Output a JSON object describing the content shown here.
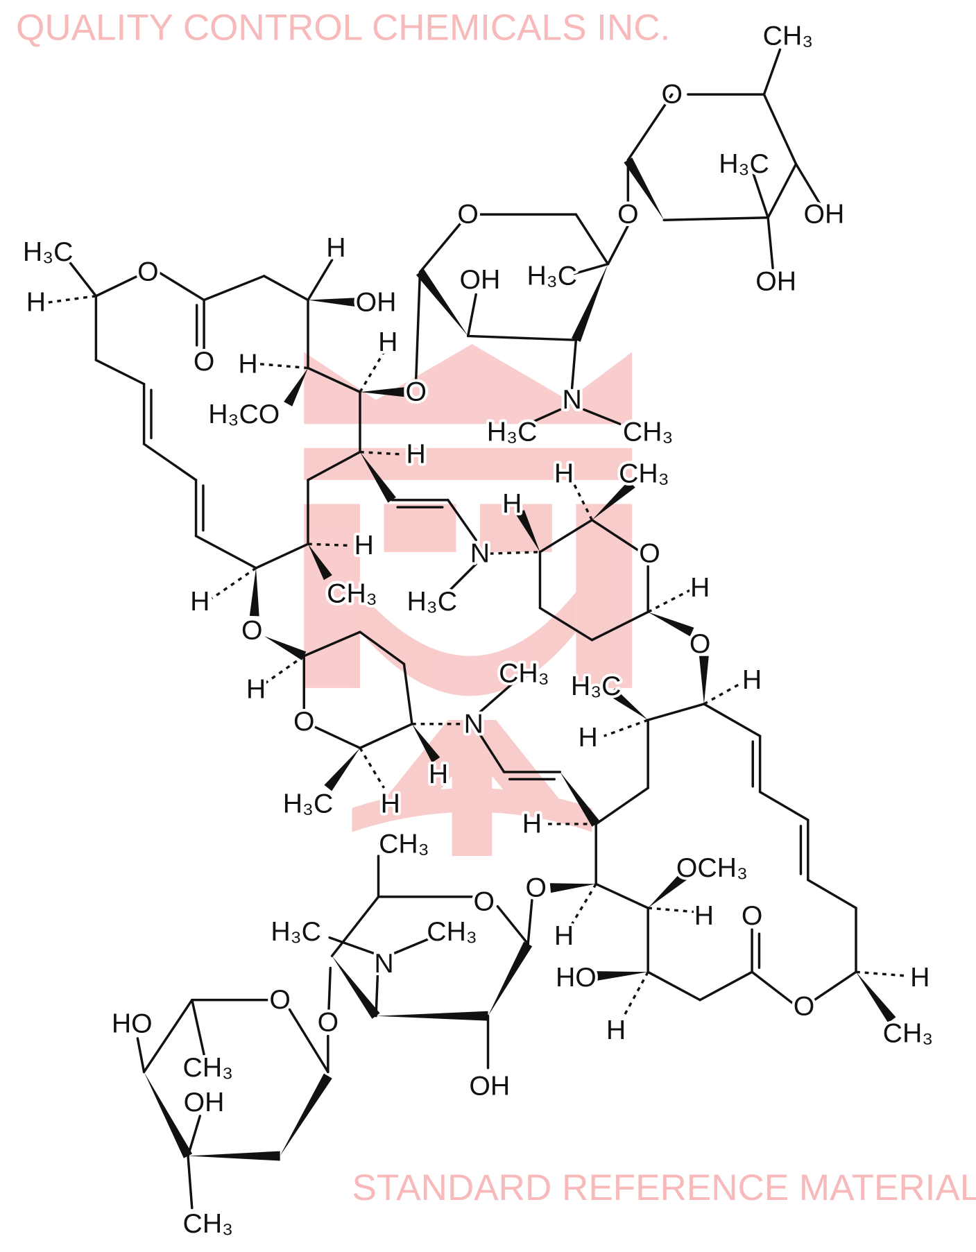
{
  "watermark": {
    "top_text": "QUALITY CONTROL CHEMICALS INC.",
    "bottom_text": "STANDARD REFERENCE MATERIAL",
    "color": "#f7b9b9"
  },
  "atom_labels": [
    "CH₃",
    "O",
    "H₃C",
    "O",
    "OH",
    "OH",
    "O",
    "OH",
    "H₃C",
    "N",
    "H₃C",
    "CH₃",
    "O",
    "H₃C",
    "H",
    "O",
    "O",
    "H",
    "OH",
    "H",
    "H",
    "H₃CO",
    "H",
    "H",
    "CH₃",
    "H",
    "O",
    "N",
    "H₃C",
    "H",
    "H",
    "CH₃",
    "O",
    "H",
    "O",
    "H",
    "O",
    "H₃C",
    "H",
    "N",
    "CH₃",
    "H",
    "H₃C",
    "H",
    "H",
    "H",
    "CH₃",
    "O",
    "O",
    "OCH₃",
    "H",
    "O",
    "H₃C",
    "CH₃",
    "N",
    "H",
    "HO",
    "O",
    "H",
    "H",
    "CH₃",
    "O",
    "O",
    "HO",
    "CH₃",
    "OH",
    "OH",
    "CH₃"
  ]
}
